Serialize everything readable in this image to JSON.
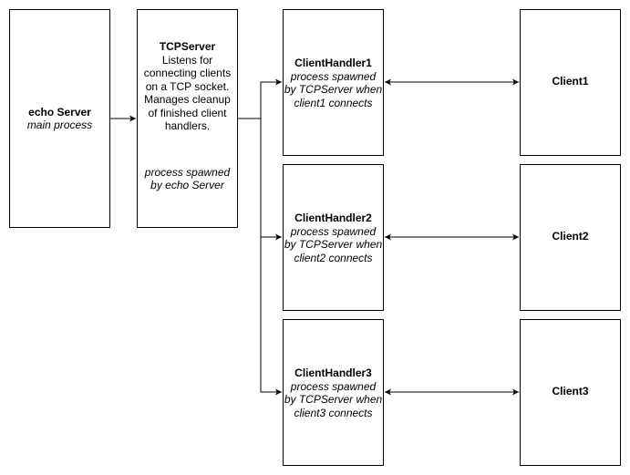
{
  "echo_server": {
    "title": "echo Server",
    "subtitle": "main process"
  },
  "tcp_server": {
    "title": "TCPServer",
    "description_lines": [
      "Listens for",
      "connecting clients",
      "on a TCP socket.",
      "Manages cleanup",
      "of finished client",
      "handlers."
    ],
    "note_lines": [
      "process spawned",
      "by echo Server"
    ]
  },
  "handlers": [
    {
      "title": "ClientHandler1",
      "note_lines": [
        "process spawned",
        "by TCPServer when",
        "client1 connects"
      ]
    },
    {
      "title": "ClientHandler2",
      "note_lines": [
        "process spawned",
        "by TCPServer when",
        "client2 connects"
      ]
    },
    {
      "title": "ClientHandler3",
      "note_lines": [
        "process spawned",
        "by TCPServer when",
        "client3 connects"
      ]
    }
  ],
  "clients": [
    {
      "label": "Client1"
    },
    {
      "label": "Client2"
    },
    {
      "label": "Client3"
    }
  ],
  "colors": {
    "stroke": "#000000",
    "fill": "#ffffff"
  }
}
